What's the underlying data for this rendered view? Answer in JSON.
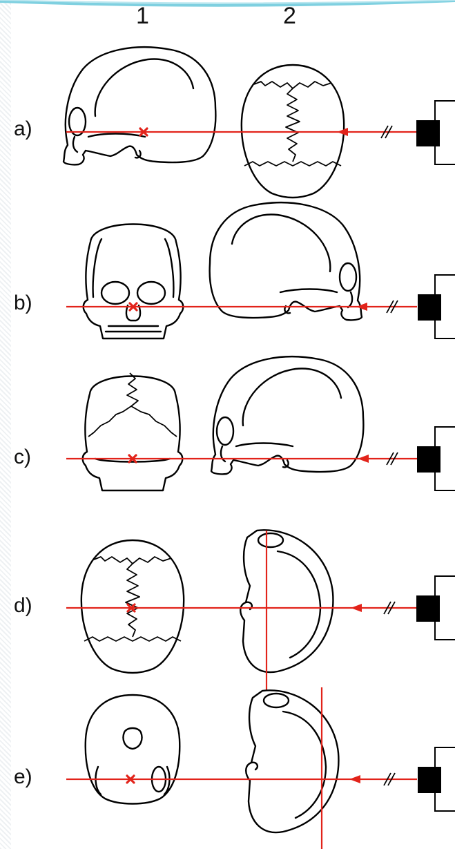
{
  "columns": [
    {
      "label": "1"
    },
    {
      "label": "2"
    }
  ],
  "rows": [
    {
      "label": "a)"
    },
    {
      "label": "b)"
    },
    {
      "label": "c)"
    },
    {
      "label": "d)"
    },
    {
      "label": "e)"
    }
  ],
  "colors": {
    "beam": "#e2231a",
    "outline": "#000000",
    "page_edge": "#eef1f3",
    "top_swoosh": "#7fd0e0"
  },
  "icons": {
    "beam_source": "x-ray-tube-icon",
    "center_marker": "x-mark-icon",
    "beam_direction": "arrowhead-icon",
    "distance_break": "double-slash-icon"
  }
}
